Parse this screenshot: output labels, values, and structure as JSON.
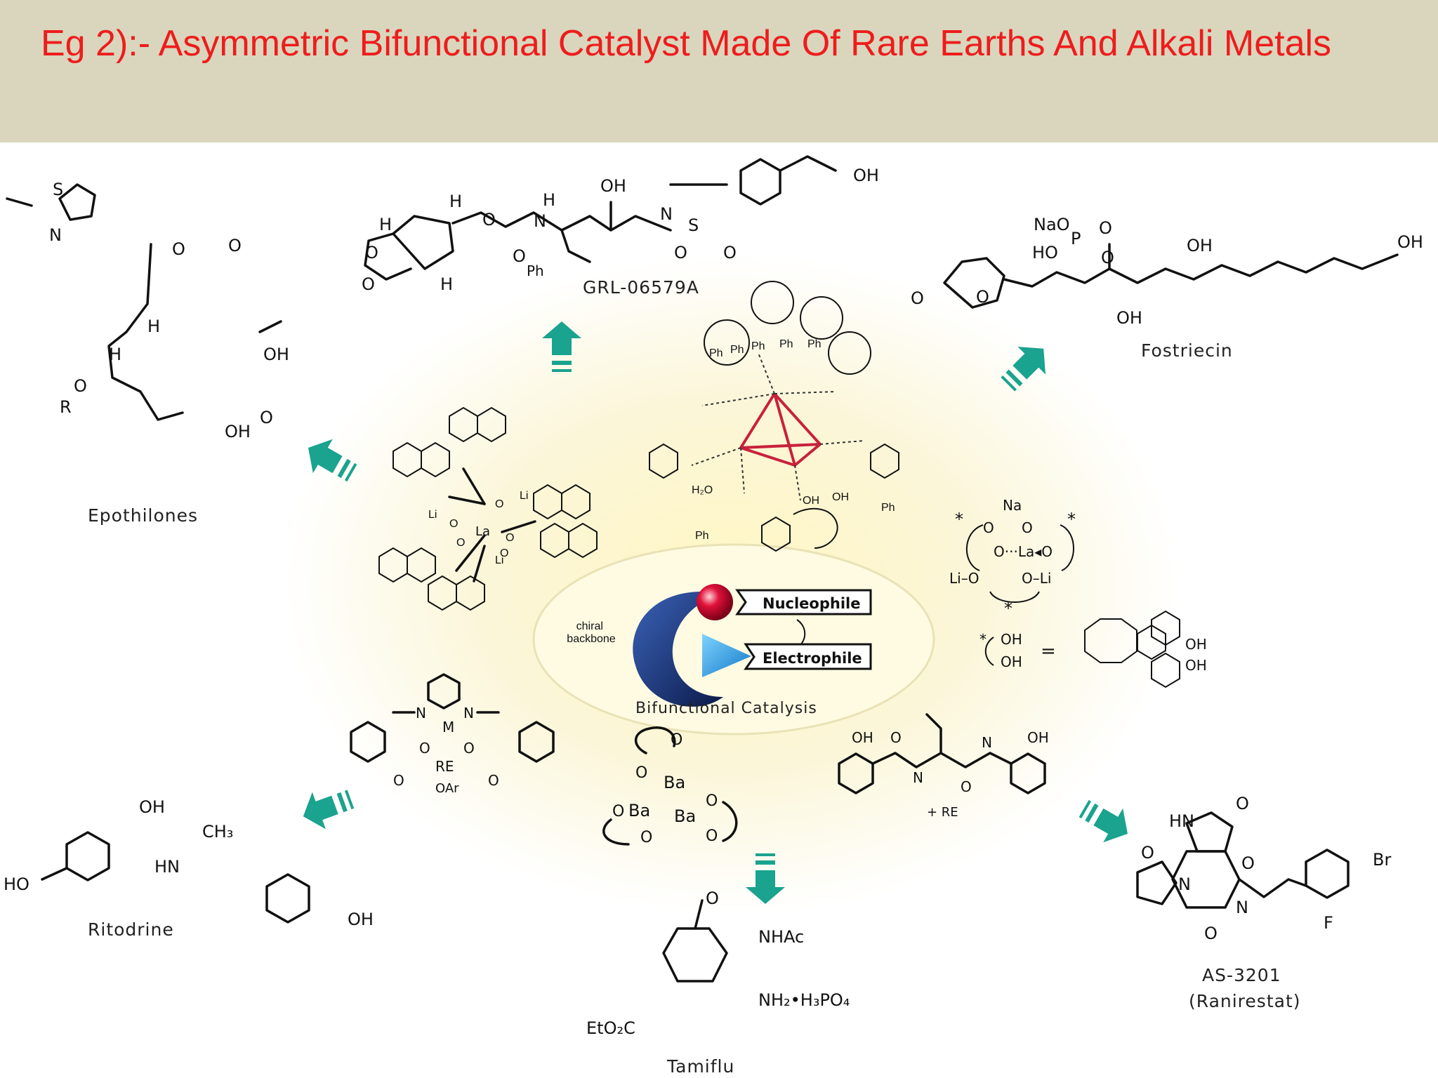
{
  "slide": {
    "title": "Eg 2):- Asymmetric Bifunctional Catalyst Made Of Rare Earths And Alkali Metals",
    "title_color": "#ee1c1c",
    "title_bar_color": "#d9d6bd",
    "arrow_color": "#1aa38e"
  },
  "center": {
    "chiral_label": "chiral backbone",
    "nucleophile": "Nucleophile",
    "electrophile": "Electrophile",
    "caption": "Bifunctional Catalysis",
    "re_label": "+ RE"
  },
  "molecules": {
    "grl": "GRL-06579A",
    "fostriecin": "Fostriecin",
    "epothilones": "Epothilones",
    "ritodrine": "Ritodrine",
    "tamiflu": "Tamiflu",
    "as3201": "AS-3201",
    "ranirestat": "(Ranirestat)"
  },
  "icons": {
    "arrow": "teal-arrow-icon",
    "nucleophile_ball": "red-sphere-icon",
    "electrophile_wedge": "blue-triangle-icon",
    "backbone": "crescent-icon"
  }
}
